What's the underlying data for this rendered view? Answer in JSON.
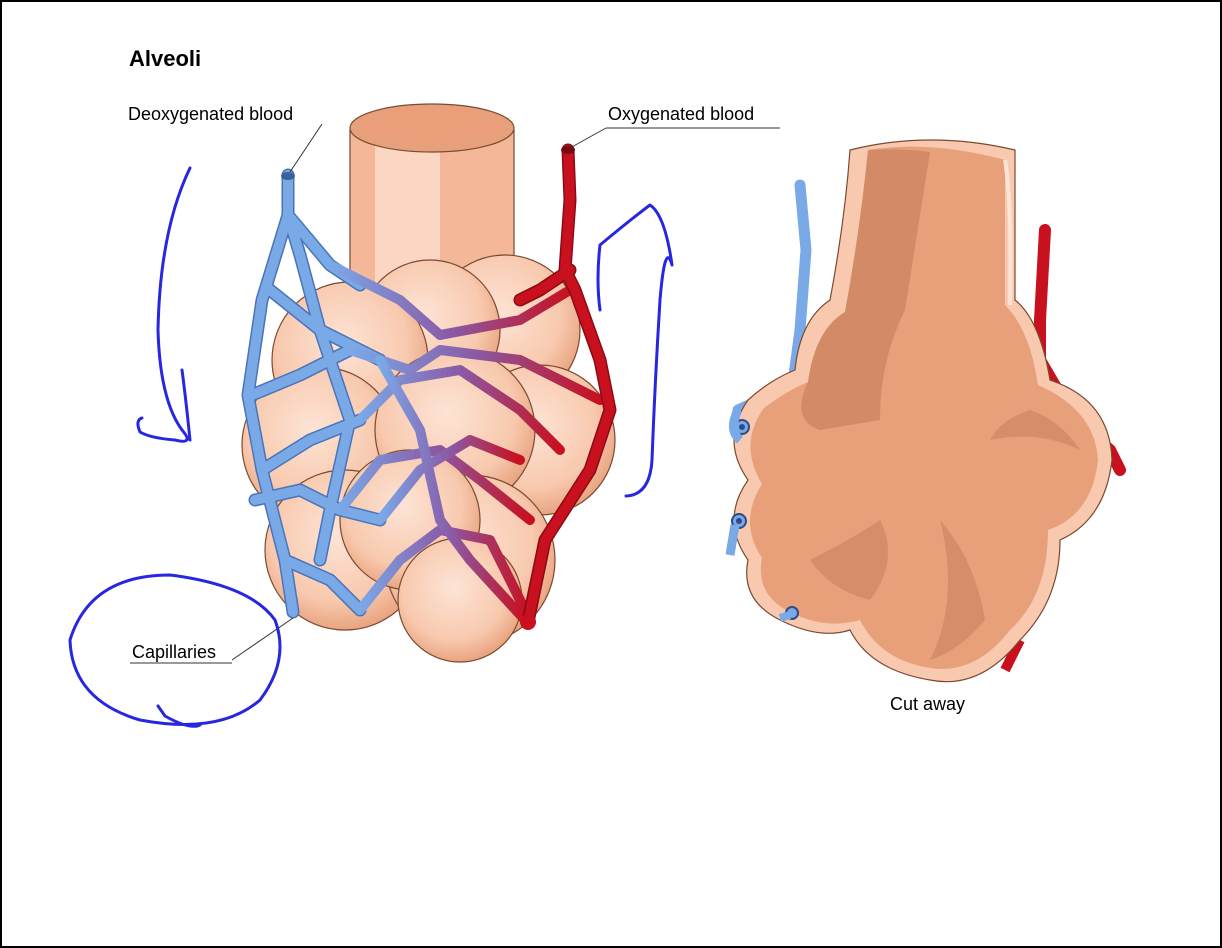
{
  "title": "Alveoli",
  "labels": {
    "deoxygenated": "Deoxygenated blood",
    "oxygenated": "Oxygenated blood",
    "capillaries": "Capillaries",
    "cut_away": "Cut away"
  },
  "colors": {
    "alveolus_light": "#fcd9c6",
    "alveolus_mid": "#f4b898",
    "alveolus_dark": "#e2a07e",
    "cutaway_inner": "#e8a07a",
    "cutaway_shadow": "#c9805f",
    "vein_blue": "#7aa9e8",
    "artery_red": "#c8101e",
    "capillary_purple": "#8a5aa6",
    "annotation_blue": "#2727e0"
  }
}
